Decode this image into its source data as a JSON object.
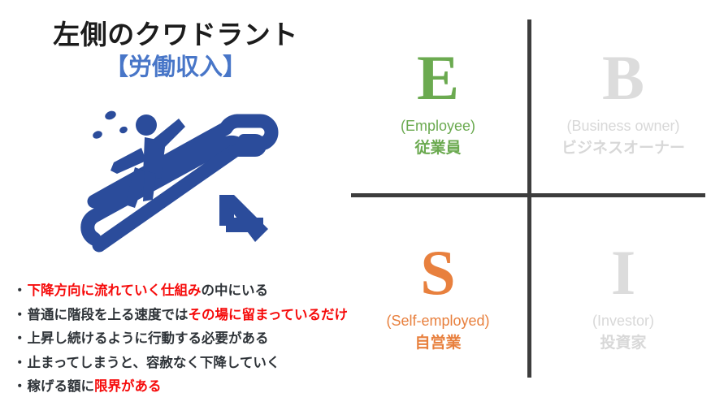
{
  "title": {
    "main": "左側のクワドラント",
    "sub": "【労働収入】",
    "main_color": "#1c1c1c",
    "sub_color": "#4876c8"
  },
  "illustration": {
    "name": "escalator-down-person-running-icon",
    "color": "#2b4c9b",
    "description": "青色の下りエスカレーターを駆け上がる人と下向き矢印"
  },
  "bullets": {
    "marker": "・",
    "items": [
      {
        "segments": [
          {
            "text": "下降方向に流れていく仕組み",
            "style": "red"
          },
          {
            "text": "の中にいる",
            "style": "dark"
          }
        ]
      },
      {
        "segments": [
          {
            "text": "普通に階段を上る速度では",
            "style": "dark"
          },
          {
            "text": "その場に留まっているだけ",
            "style": "red"
          }
        ]
      },
      {
        "segments": [
          {
            "text": "上昇し続けるように行動する必要がある",
            "style": "dark"
          }
        ]
      },
      {
        "segments": [
          {
            "text": "止まってしまうと、容赦なく下降していく",
            "style": "dark"
          }
        ]
      },
      {
        "segments": [
          {
            "text": "稼げる額に",
            "style": "dark"
          },
          {
            "text": "限界がある",
            "style": "red"
          }
        ]
      }
    ],
    "red_color": "#f60b0b",
    "dark_color": "#2e3338"
  },
  "quadrants": {
    "divider_color": "#3d3d3d",
    "employee": {
      "letter": "E",
      "english": "(Employee)",
      "japanese": "従業員",
      "color": "#6baa50",
      "state": "highlighted"
    },
    "business": {
      "letter": "B",
      "english": "(Business owner)",
      "japanese": "ビジネスオーナー",
      "color": "#dcdcdc",
      "state": "faded"
    },
    "self_employed": {
      "letter": "S",
      "english": "(Self-employed)",
      "japanese": "自営業",
      "color": "#e8803e",
      "state": "highlighted"
    },
    "investor": {
      "letter": "I",
      "english": "(Investor)",
      "japanese": "投資家",
      "color": "#dcdcdc",
      "state": "faded"
    }
  }
}
